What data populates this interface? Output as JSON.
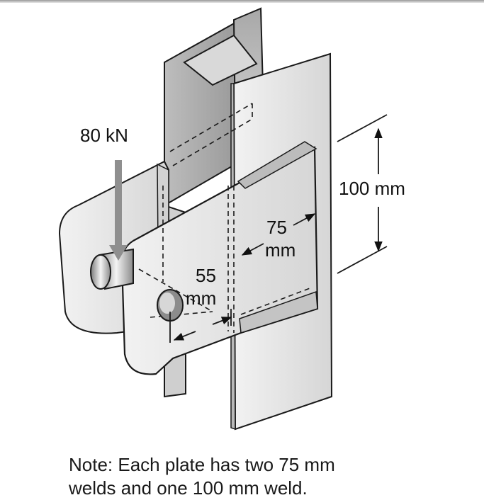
{
  "diagram": {
    "load_label": "80 kN",
    "height_label": "100 mm",
    "weld_length_value": "75",
    "weld_length_unit": "mm",
    "offset_value": "55",
    "offset_unit": "mm"
  },
  "note": {
    "line1": "Note: Each plate has two 75 mm",
    "line2": "welds and one 100 mm weld."
  },
  "colors": {
    "metal_light": "#e4e4e4",
    "metal_mid": "#c8c8c8",
    "metal_dark": "#9c9c9c",
    "outline": "#1a1a1a",
    "arrow": "#8f8f8f"
  }
}
